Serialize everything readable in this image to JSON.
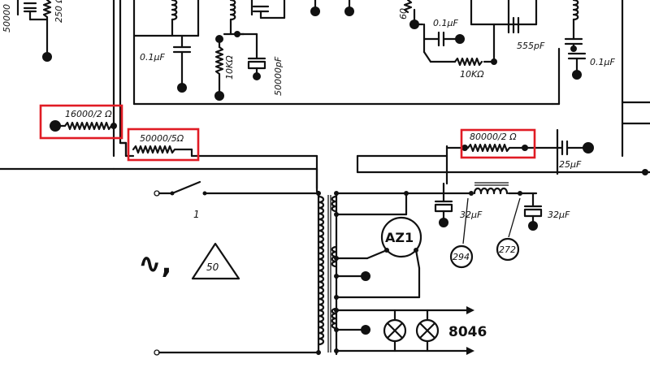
{
  "colors": {
    "ink": "#111111",
    "highlight": "#e01b24",
    "paper": "#ffffff"
  },
  "labels": {
    "r_top_left_value": "50000",
    "r_top_left_2": "250 Ω",
    "cap_top_left": "0.1μF",
    "r_10k_mid": "10KΩ",
    "cap_50000pf": "50000pF",
    "cap_top_right_01": "0.1μF",
    "cap_555pf": "555pF",
    "r_10k_right": "10KΩ",
    "cap_right_01": "0.1μF",
    "top_right_partial": "60",
    "r_16000": "16000/2 Ω",
    "r_50000": "50000/5Ω",
    "r_80000": "80000/2 Ω",
    "cap_25uf": "25μF",
    "cap_32uf_a": "32μF",
    "cap_32uf_b": "32μF",
    "ref_294": "294",
    "ref_272": "272",
    "tube_az1": "AZ1",
    "lamp_type": "8046",
    "mains_freq": "50",
    "ac_symbol": "∿,"
  }
}
